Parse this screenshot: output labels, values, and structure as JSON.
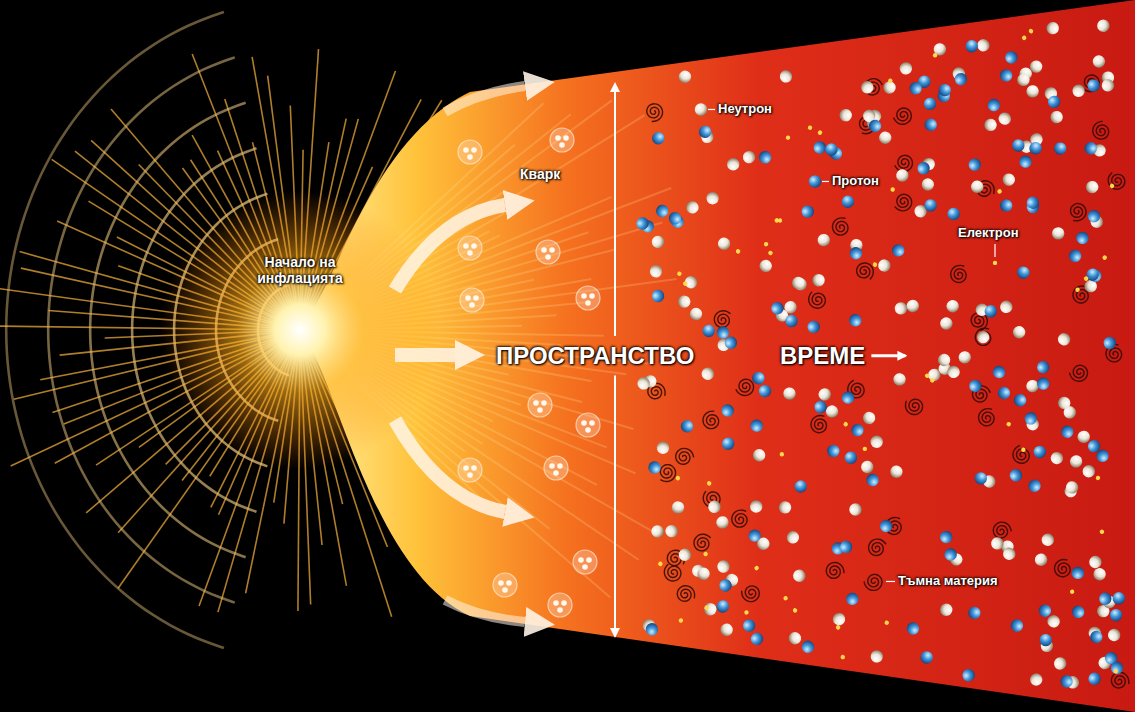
{
  "diagram": {
    "labels": [
      "Начало на инфлацията",
      "Кварк",
      "Неутрон",
      "Протон",
      "Електрон",
      "Тъмна материя",
      "ПРОСТРАНСТВО",
      "ВРЕМЕ"
    ]
  }
}
